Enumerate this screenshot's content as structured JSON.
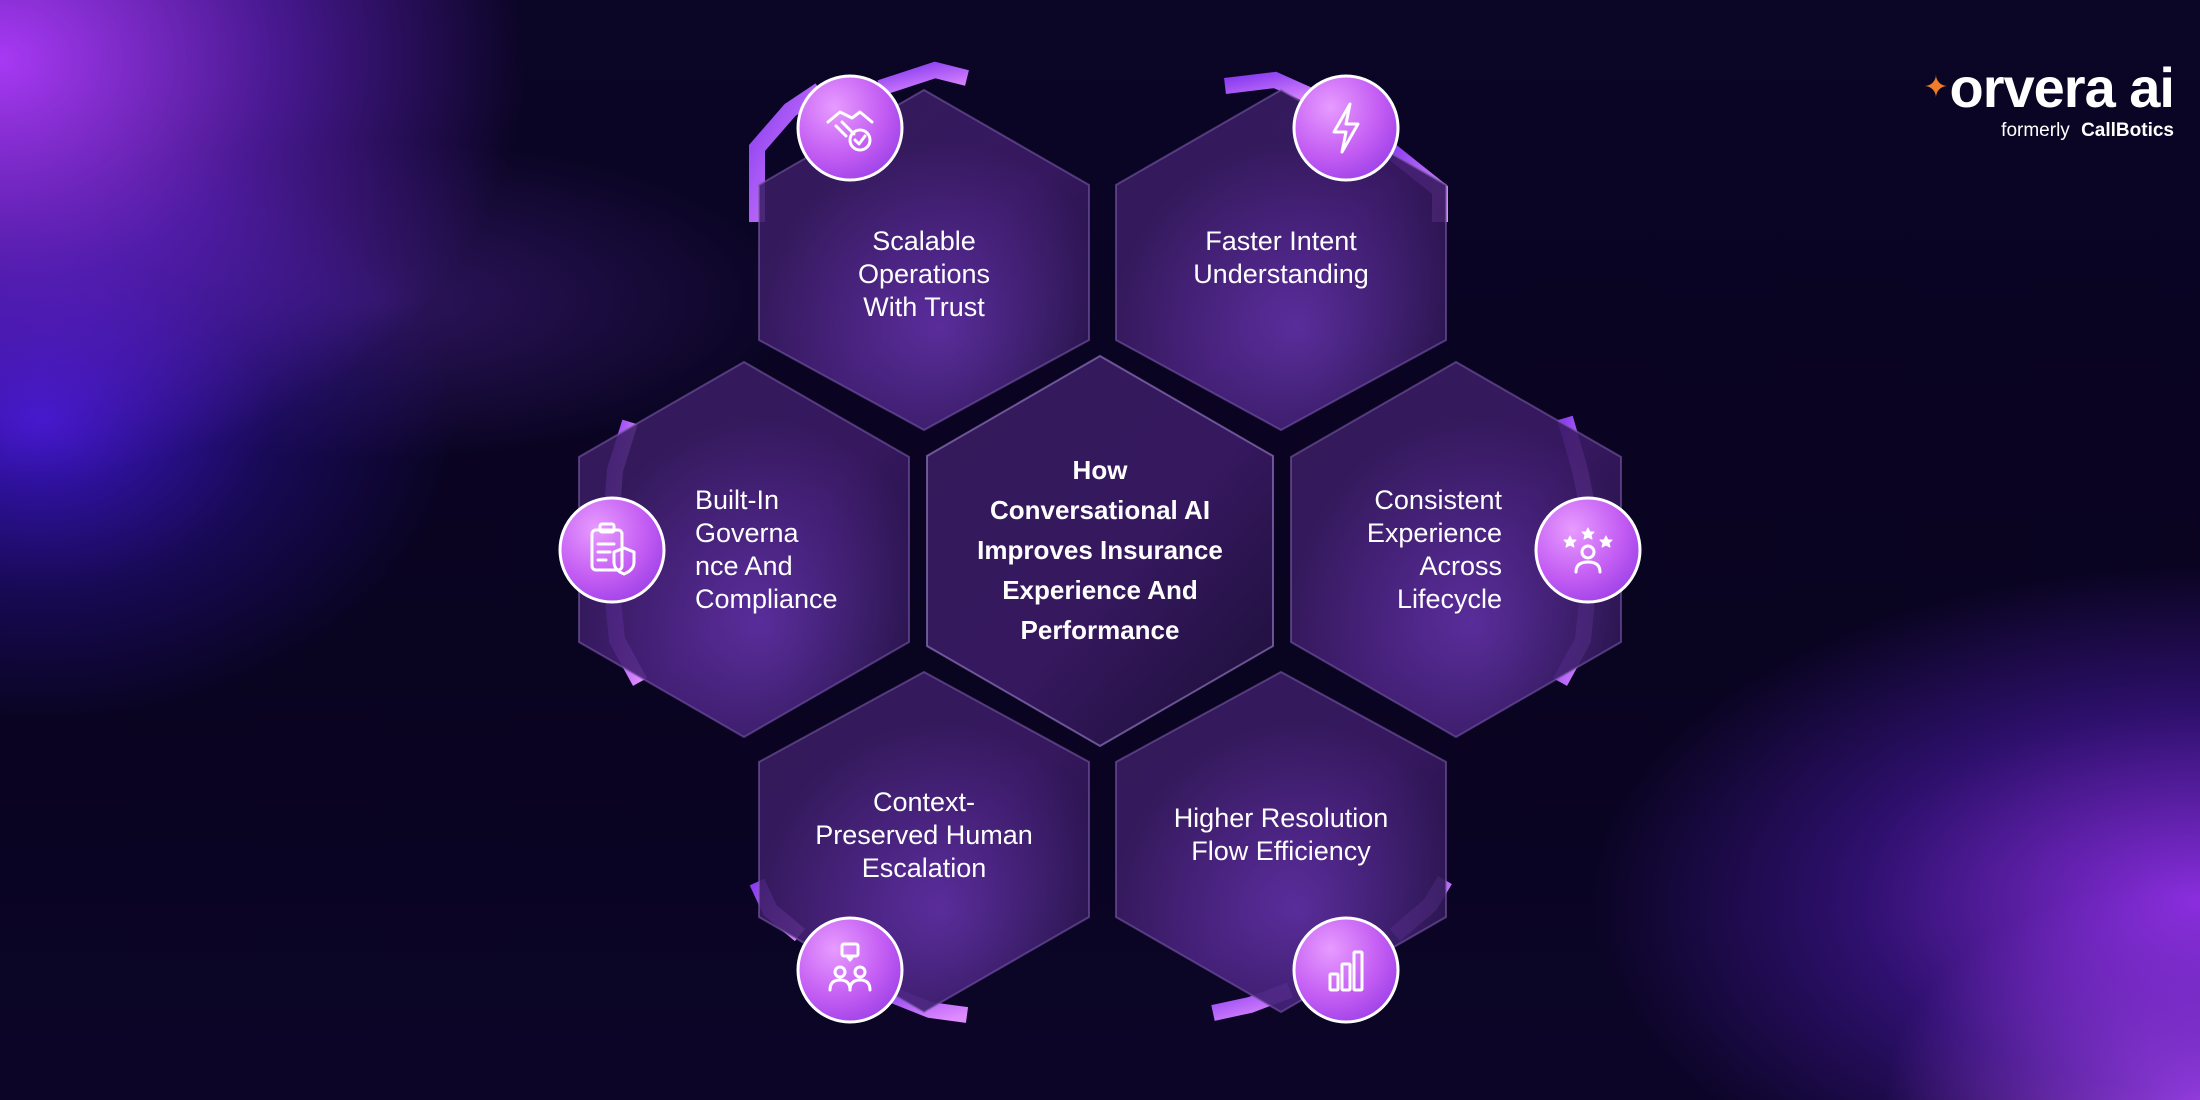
{
  "center": {
    "title": "How\nConversational AI\nImproves Insurance\nExperience And\nPerformance"
  },
  "nodes": [
    {
      "id": "scalable",
      "label": "Scalable\nOperations\nWith Trust",
      "icon": "handshake-check-icon"
    },
    {
      "id": "faster",
      "label": "Faster Intent\nUnderstanding",
      "icon": "lightning-bolt-icon"
    },
    {
      "id": "governance",
      "label": "Built-In\nGoverna\nnce And\nCompliance",
      "icon": "clipboard-shield-icon"
    },
    {
      "id": "consistent",
      "label": "Consistent\nExperience\nAcross\nLifecycle",
      "icon": "user-stars-icon"
    },
    {
      "id": "escalation",
      "label": "Context-\nPreserved Human\nEscalation",
      "icon": "team-chat-icon"
    },
    {
      "id": "resolution",
      "label": "Higher Resolution\nFlow Efficiency",
      "icon": "bar-chart-icon"
    }
  ],
  "brand": {
    "name": "orvera ai",
    "sub_prefix": "formerly",
    "sub_brand": "CallBotics",
    "spark_color": "#F07C2A"
  },
  "colors": {
    "accent": "#C765F5",
    "accent_light": "#E08BFF",
    "background": "#0A0522"
  }
}
